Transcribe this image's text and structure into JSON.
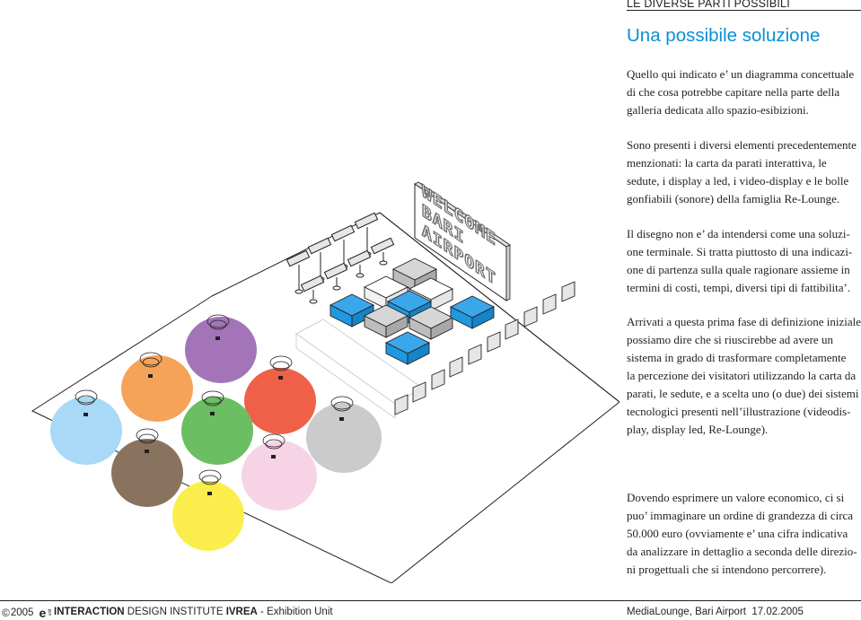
{
  "header": {
    "section_label": "LE DIVERSE PARTI POSSIBILI",
    "title": "Una possibile soluzione"
  },
  "paragraphs": [
    {
      "lines": [
        "Quello qui indicato e’ un diagramma concettuale",
        "di che cosa potrebbe capitare nella parte della",
        "galleria dedicata allo spazio-esibizioni."
      ]
    },
    {
      "lines": [
        "Sono presenti i diversi elementi precedentemente",
        "menzionati: la carta da parati interattiva, le",
        "sedute, i display a led, i video-display e le bolle",
        "gonfiabili (sonore) della famiglia Re-Lounge."
      ]
    },
    {
      "lines": [
        "Il disegno non e’ da intendersi come una soluzi-",
        "one terminale. Si tratta piuttosto di una indicazi-",
        "one di partenza sulla quale ragionare assieme in",
        "termini di costi, tempi, diversi tipi di fattibilita’."
      ]
    },
    {
      "lines": [
        "Arrivati a questa prima fase di definizione iniziale",
        "possiamo dire che si riuscirebbe ad avere un",
        "sistema in grado di trasformare completamente",
        "la percezione dei visitatori utilizzando la carta da",
        "parati, le sedute, e a scelta uno (o due) dei sistemi",
        "tecnologici presenti nell’illustrazione (videodis-",
        "play, display led, Re-Lounge)."
      ]
    },
    {
      "lines": [
        "Dovendo esprimere un valore economico, ci si",
        "puo’ immaginare un ordine di grandezza di circa",
        "50.000 euro (ovviamente e’ una cifra indicativa",
        "da analizzare in dettaglio a seconda delle direzio-",
        "ni progettuali che si intendono percorrere)."
      ]
    }
  ],
  "illustration": {
    "led_sign_lines": [
      "WELCOME",
      "BARI",
      "AIRPORT"
    ],
    "bubble_colors": {
      "purple": "#a374b7",
      "orange": "#f6a35a",
      "red": "#ee6148",
      "light_blue": "#a8d9f6",
      "green": "#6bbe62",
      "grey": "#cbcbcb",
      "brown": "#8a735e",
      "pink": "#f6d4e5",
      "yellow": "#fbee4c"
    },
    "seat_colors": {
      "blue": "#1f98e0",
      "grey": "#bdbdbd",
      "white": "#ffffff"
    }
  },
  "footer": {
    "copyright_symbol": "©",
    "year": "2005",
    "logo_letter": "e",
    "logo_sub": "unit",
    "institute_bold_1": "INTERACTION",
    "institute_mid": " DESIGN INSTITUTE ",
    "institute_bold_2": "IVREA",
    "institute_rest": " - Exhibition Unit",
    "event": "MediaLounge, Bari Airport  17.02.2005"
  }
}
